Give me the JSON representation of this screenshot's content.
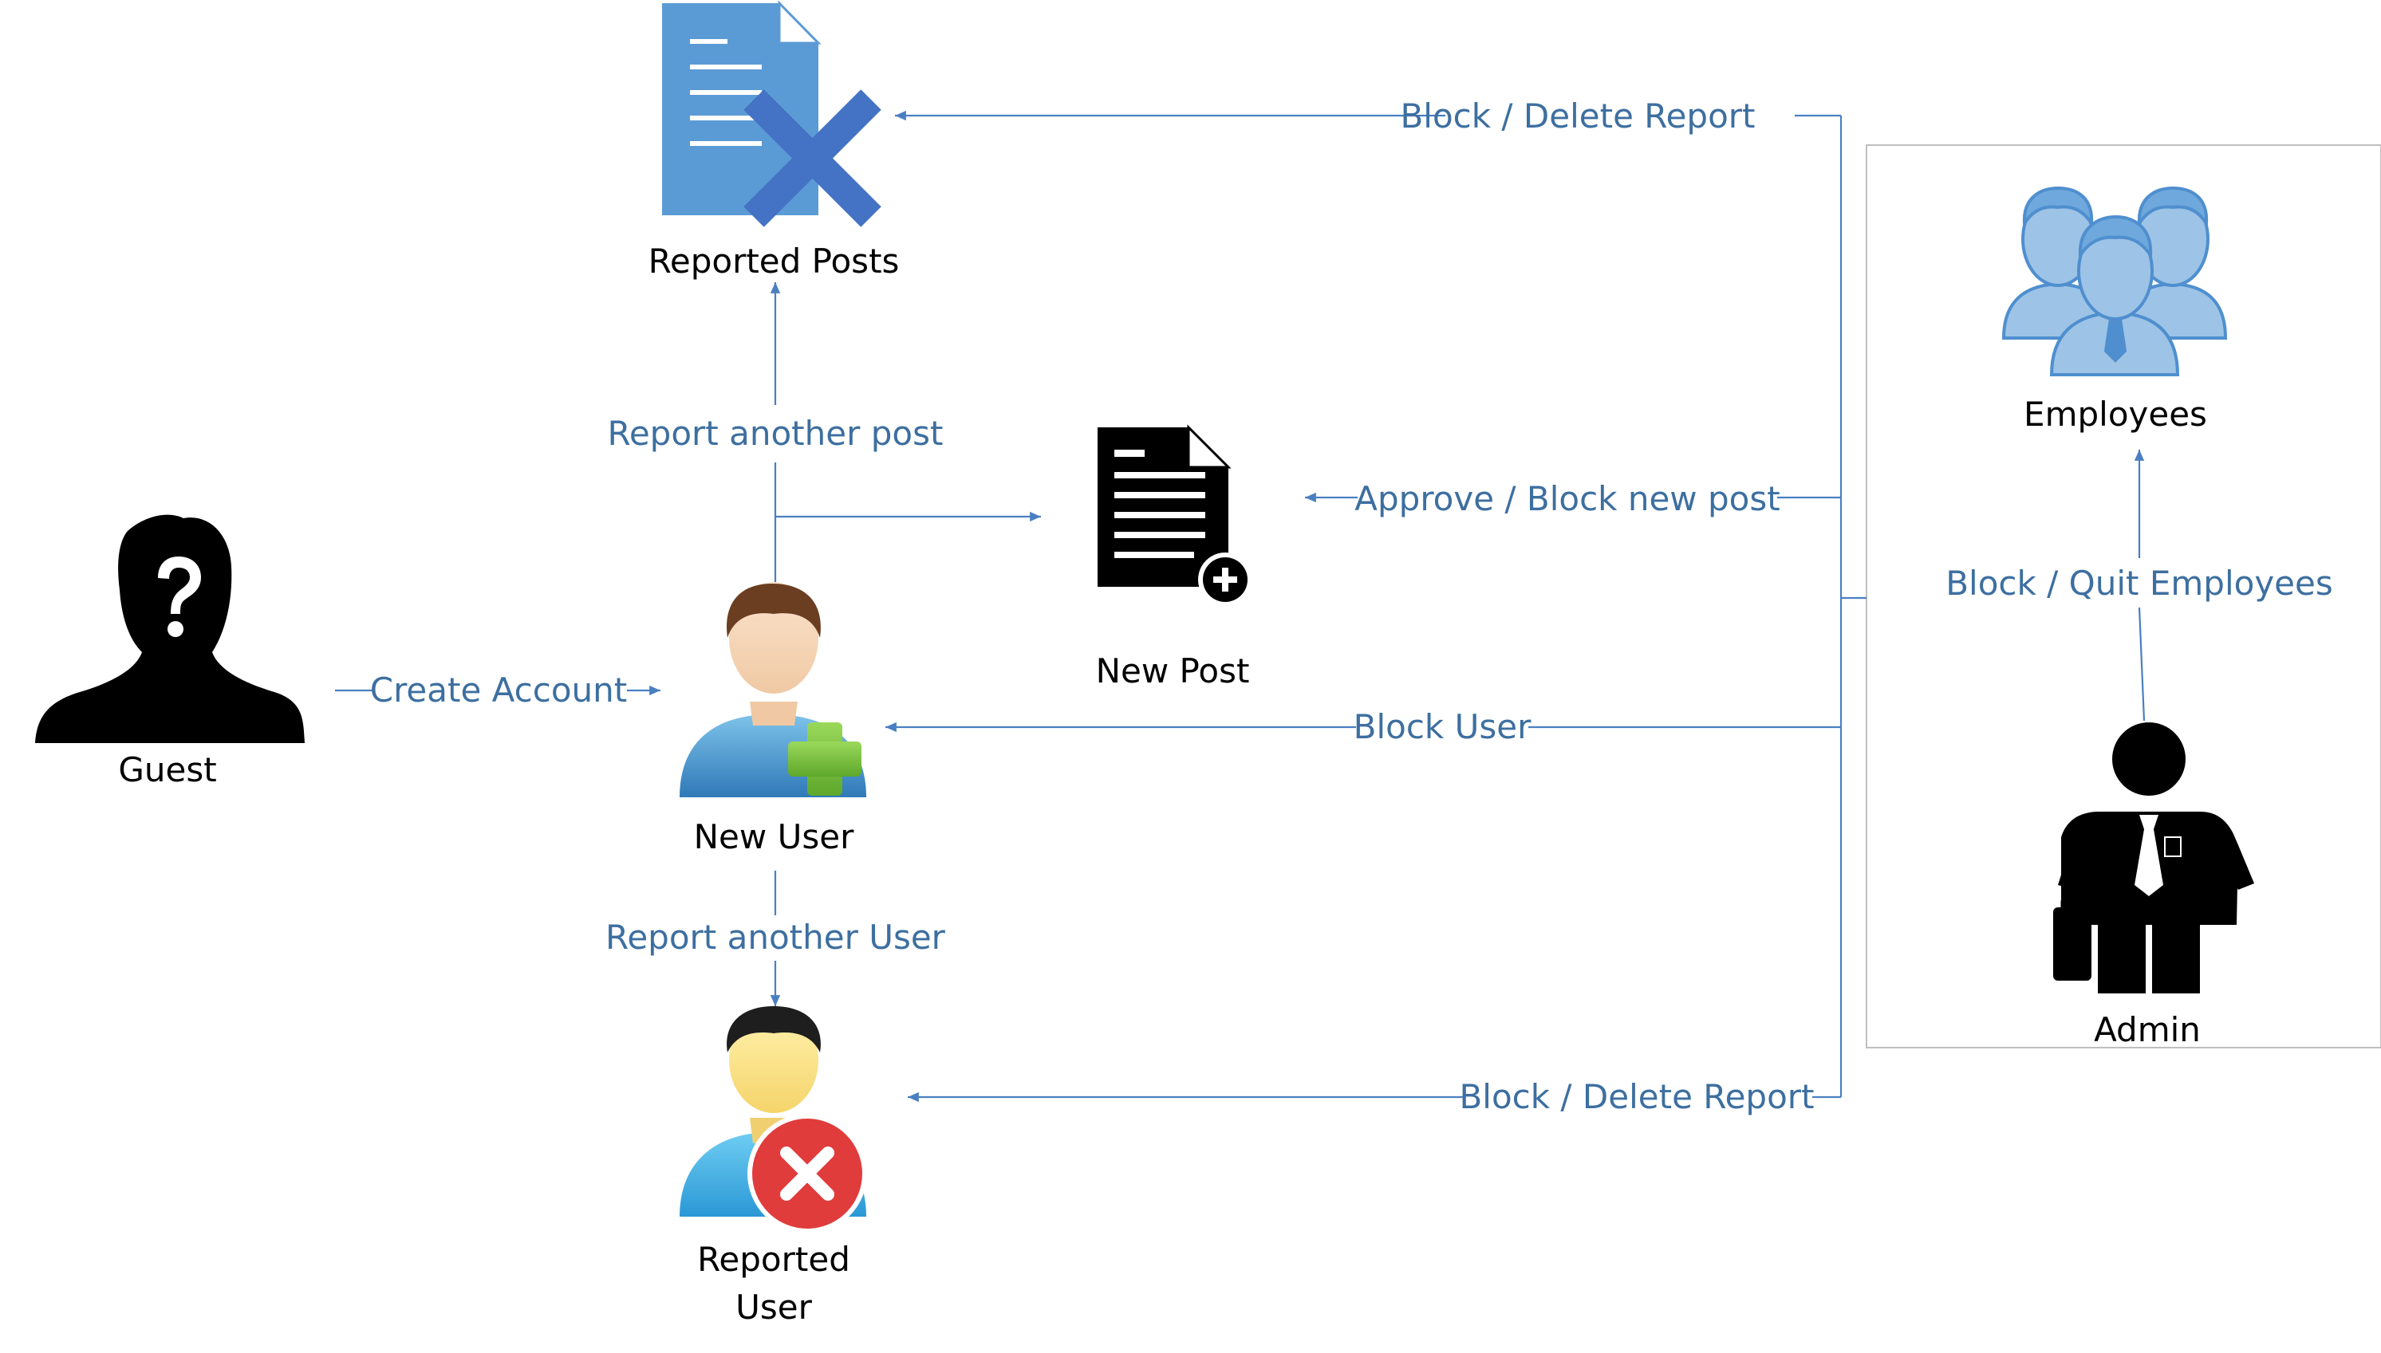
{
  "nodes": {
    "guest": "Guest",
    "new_user": "New User",
    "reported_posts": "Reported Posts",
    "new_post": "New Post",
    "reported_user_line1": "Reported",
    "reported_user_line2": "User",
    "employees": "Employees",
    "admin": "Admin"
  },
  "edges": {
    "create_account": "Create Account",
    "report_another_post": "Report another post",
    "report_another_user": "Report another User",
    "approve_block_post": "Approve / Block new post",
    "block_user": "Block User",
    "block_delete_report_posts": "Block / Delete Report",
    "block_delete_report_user": "Block / Delete Report",
    "block_quit_employees": "Block / Quit Employees"
  },
  "colors": {
    "edge": "#4a7fc1",
    "edge_label": "#3d6fa0",
    "doc_blue": "#5b9bd5",
    "x_blue": "#4472c4",
    "people_blue": "#9dc3e6",
    "plus_green": "#7bc043",
    "error_red": "#e03c3c"
  },
  "icons": {
    "guest": "anonymous-person-icon",
    "new_user": "add-user-icon",
    "reported_posts": "deleted-document-icon",
    "new_post": "new-document-icon",
    "reported_user": "blocked-user-icon",
    "employees": "group-icon",
    "admin": "businessman-icon"
  }
}
